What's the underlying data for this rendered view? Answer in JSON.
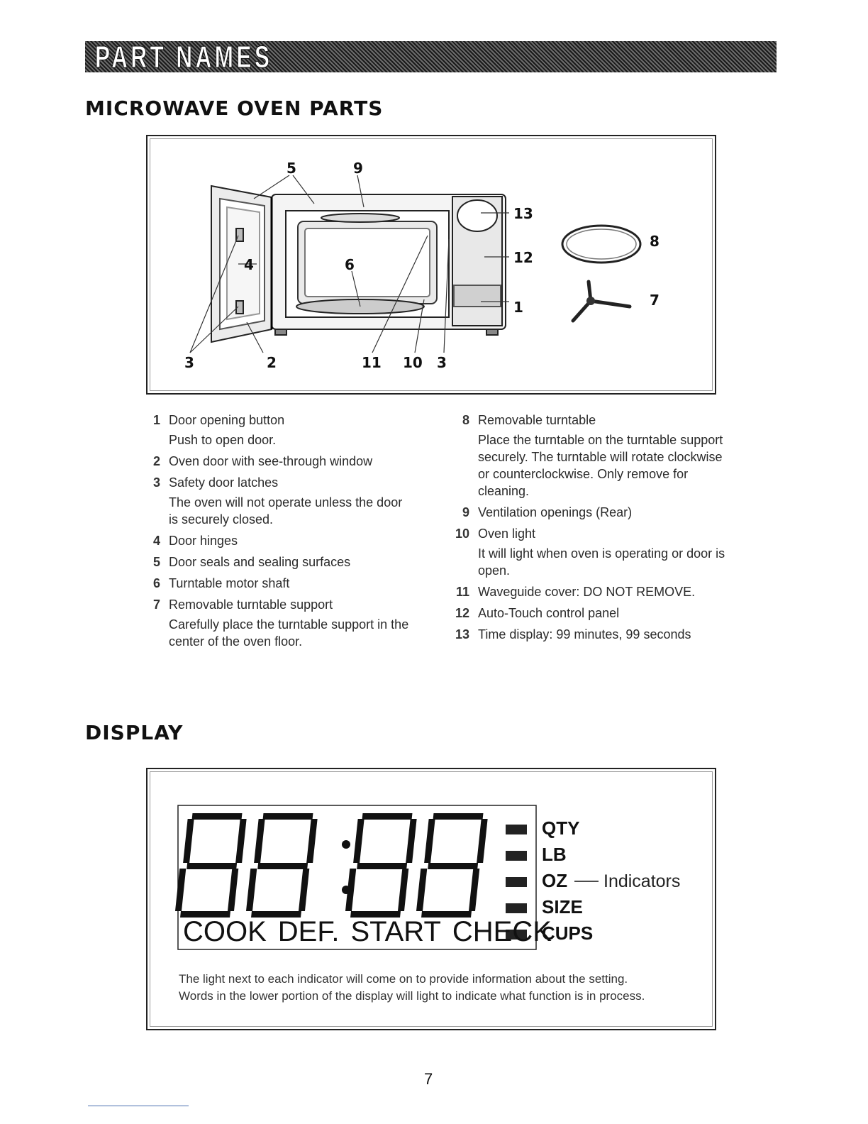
{
  "header": {
    "banner": "PART NAMES"
  },
  "section_parts": {
    "title": "MICROWAVE OVEN PARTS"
  },
  "callouts": {
    "c5": "5",
    "c9": "9",
    "c13": "13",
    "c12": "12",
    "c1": "1",
    "c8": "8",
    "c7": "7",
    "c4": "4",
    "c6": "6",
    "c3a": "3",
    "c2": "2",
    "c11": "11",
    "c10": "10",
    "c3b": "3"
  },
  "parts_left": [
    {
      "num": "1",
      "name": "Door opening button",
      "desc": "Push to open door."
    },
    {
      "num": "2",
      "name": "Oven door with see-through window",
      "desc": ""
    },
    {
      "num": "3",
      "name": "Safety door latches",
      "desc": "The oven will not operate unless the door is securely closed."
    },
    {
      "num": "4",
      "name": "Door hinges",
      "desc": ""
    },
    {
      "num": "5",
      "name": "Door seals and sealing surfaces",
      "desc": ""
    },
    {
      "num": "6",
      "name": "Turntable motor shaft",
      "desc": ""
    },
    {
      "num": "7",
      "name": "Removable turntable support",
      "desc": "Carefully place the turntable support in the center of the oven floor."
    }
  ],
  "parts_right": [
    {
      "num": "8",
      "name": "Removable turntable",
      "desc": "Place the turntable on the turntable support securely. The turntable will rotate clockwise or counterclockwise. Only remove for cleaning."
    },
    {
      "num": "9",
      "name": "Ventilation openings (Rear)",
      "desc": ""
    },
    {
      "num": "10",
      "name": "Oven light",
      "desc": "It will light when oven is operating or door is open."
    },
    {
      "num": "11",
      "name": "Waveguide cover: DO NOT REMOVE.",
      "desc": ""
    },
    {
      "num": "12",
      "name": "Auto-Touch control panel",
      "desc": ""
    },
    {
      "num": "13",
      "name": "Time display: 99 minutes, 99 seconds",
      "desc": ""
    }
  ],
  "section_display": {
    "title": "DISPLAY"
  },
  "display": {
    "words": [
      "COOK",
      "DEF.",
      "START",
      "CHECK"
    ],
    "indicators": [
      "QTY",
      "LB",
      "OZ",
      "SIZE",
      "CUPS"
    ],
    "indicators_label": "Indicators",
    "note_line1": "The light next to each indicator will come on to provide information about the setting.",
    "note_line2": "Words in the lower portion of the display will light to indicate what function is in process."
  },
  "footer": {
    "page_number": "7"
  }
}
